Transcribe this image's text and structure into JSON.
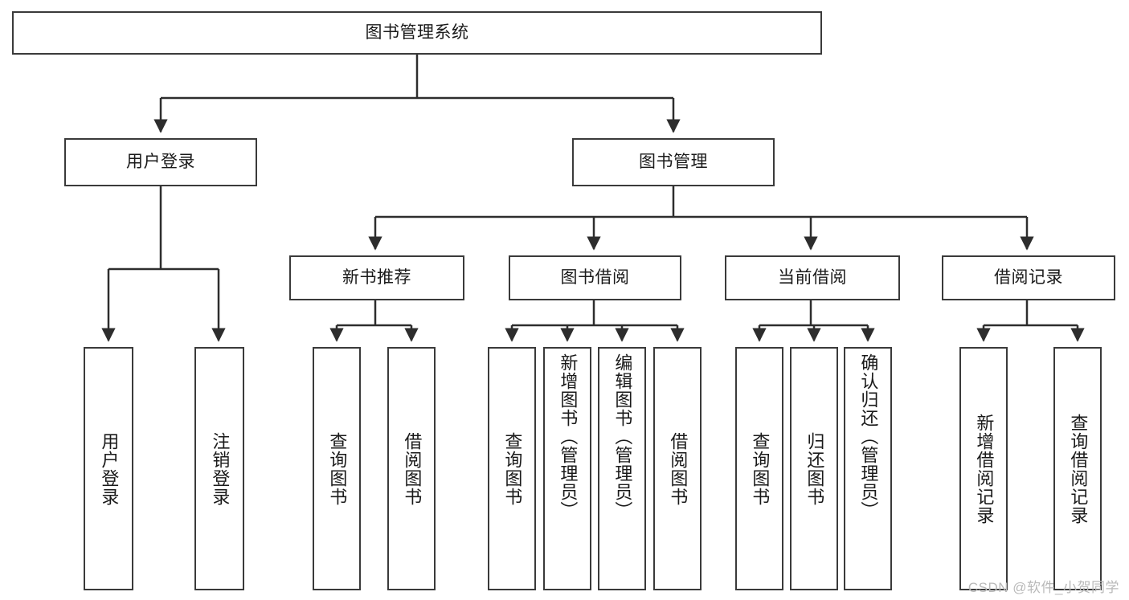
{
  "diagram": {
    "title": "图书管理系统",
    "type": "tree-hierarchy-diagram",
    "colors": {
      "box_border": "#3a3a3a",
      "box_fill": "#ffffff",
      "connector": "#2d2d2d",
      "text": "#1a1a1a",
      "watermark": "#b9b9b9"
    },
    "root": {
      "label": "图书管理系统"
    },
    "level2": [
      {
        "label": "用户登录"
      },
      {
        "label": "图书管理"
      }
    ],
    "level3": [
      {
        "label": "新书推荐"
      },
      {
        "label": "图书借阅"
      },
      {
        "label": "当前借阅"
      },
      {
        "label": "借阅记录"
      }
    ],
    "leaves": {
      "user_login": [
        {
          "label": "用户登录"
        },
        {
          "label": "注销登录"
        }
      ],
      "new_book_recommend": [
        {
          "label": "查询图书"
        },
        {
          "label": "借阅图书"
        }
      ],
      "book_borrow": [
        {
          "label": "查询图书"
        },
        {
          "label": "新增图书（管理员）"
        },
        {
          "label": "编辑图书（管理员）"
        },
        {
          "label": "借阅图书"
        }
      ],
      "current_borrow": [
        {
          "label": "查询图书"
        },
        {
          "label": "归还图书"
        },
        {
          "label": "确认归还（管理员）"
        }
      ],
      "borrow_record": [
        {
          "label": "新增借阅记录"
        },
        {
          "label": "查询借阅记录"
        }
      ]
    }
  },
  "watermark": {
    "text": "CSDN @软件_小贺同学"
  }
}
